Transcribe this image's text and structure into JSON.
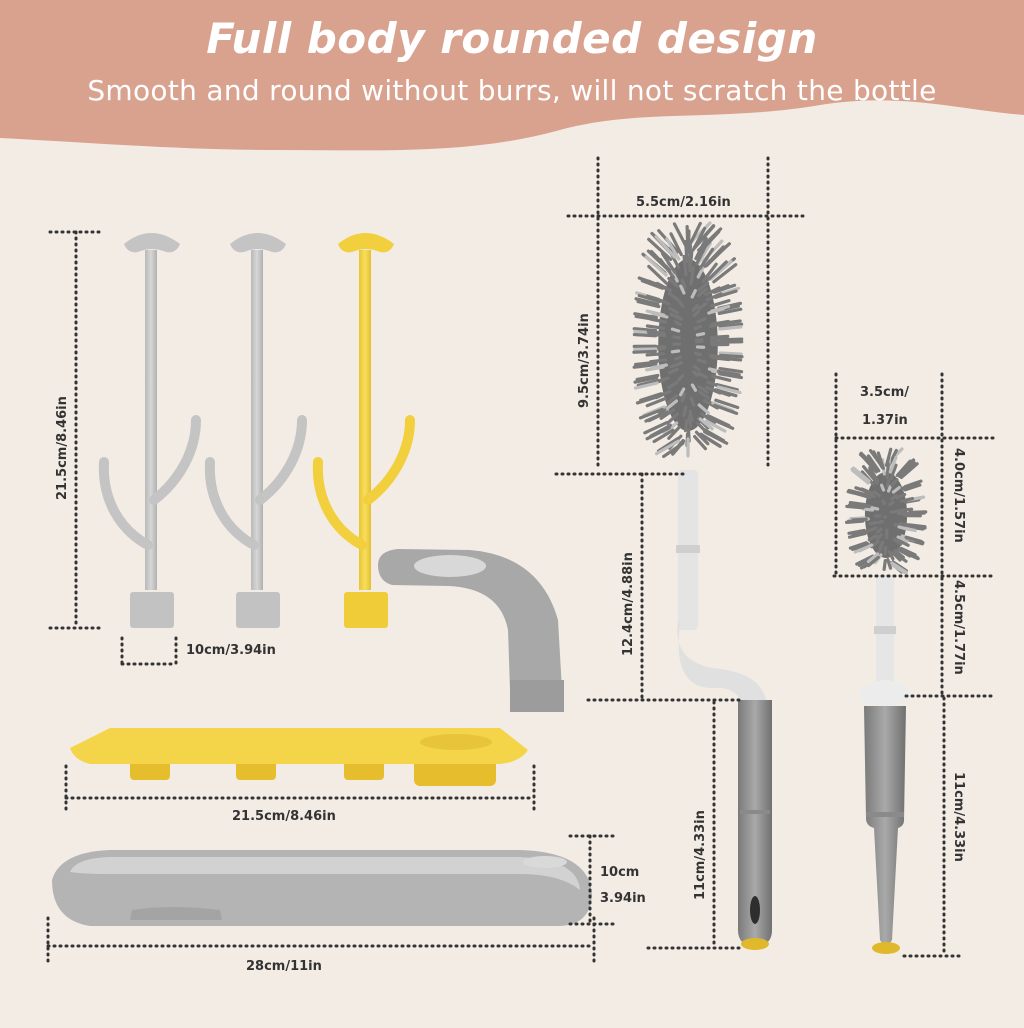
{
  "header": {
    "title": "Full body rounded design",
    "subtitle": "Smooth and round without burrs, will not scratch the bottle"
  },
  "dimensions": {
    "rack_height": "21.5cm/8.46in",
    "rack_spacing": "10cm/3.94in",
    "tray_width": "21.5cm/8.46in",
    "base_width": "28cm/11in",
    "base_height_cm": "10cm",
    "base_height_in": "3.94in",
    "big_brush_width": "5.5cm/2.16in",
    "big_brush_head": "9.5cm/3.74in",
    "big_brush_neck": "12.4cm/4.88in",
    "big_brush_handle": "11cm/4.33in",
    "small_brush_width_cm": "3.5cm/",
    "small_brush_width_in": "1.37in",
    "small_brush_head": "4.0cm/1.57in",
    "small_brush_neck": "4.5cm/1.77in",
    "small_brush_handle": "11cm/4.33in"
  },
  "colors": {
    "header_bg": "#d9a28f",
    "page_bg": "#f3ece4",
    "gray": "#c8c8c8",
    "dark_gray": "#8e8e8e",
    "yellow": "#f4d54a",
    "bristle": "#7d7d7d"
  }
}
